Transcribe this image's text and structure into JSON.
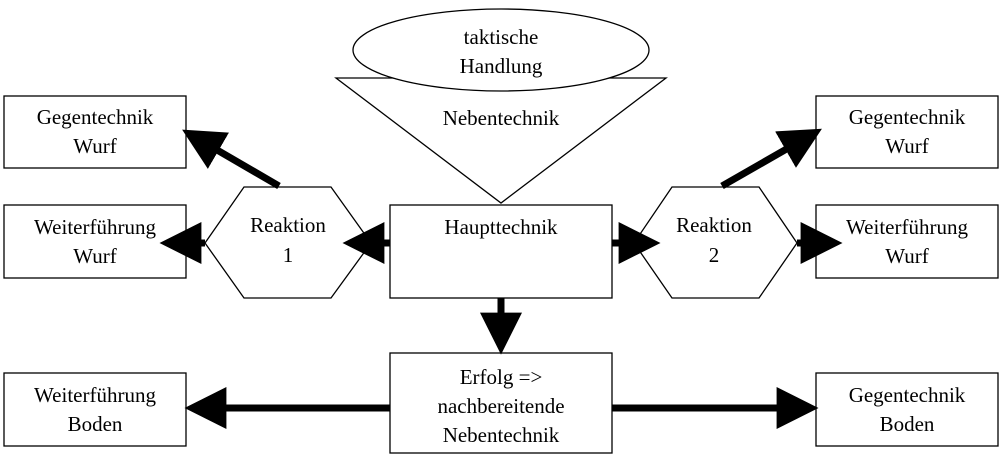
{
  "nodes": {
    "ellipse": {
      "line1": "taktische",
      "line2": "Handlung"
    },
    "triangle": {
      "label": "Nebentechnik"
    },
    "left_top": {
      "line1": "Gegentechnik",
      "line2": "Wurf"
    },
    "left_mid": {
      "line1": "Weiterführung",
      "line2": "Wurf"
    },
    "left_bottom": {
      "line1": "Weiterführung",
      "line2": "Boden"
    },
    "right_top": {
      "line1": "Gegentechnik",
      "line2": "Wurf"
    },
    "right_mid": {
      "line1": "Weiterführung",
      "line2": "Wurf"
    },
    "right_bottom": {
      "line1": "Gegentechnik",
      "line2": "Boden"
    },
    "reaction1": {
      "line1": "Reaktion",
      "line2": "1"
    },
    "reaction2": {
      "line1": "Reaktion",
      "line2": "2"
    },
    "main": {
      "label": "Haupttechnik"
    },
    "success": {
      "line1": "Erfolg =>",
      "line2": "nachbereitende",
      "line3": "Nebentechnik"
    }
  },
  "colors": {
    "stroke": "#000000",
    "fill": "#ffffff",
    "text": "#000000"
  }
}
